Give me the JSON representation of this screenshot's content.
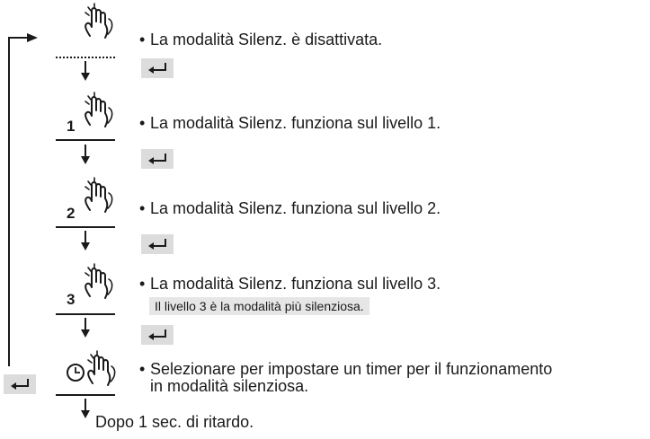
{
  "steps": [
    {
      "level": "",
      "text": "La modalità Silenz. è disattivata."
    },
    {
      "level": "1",
      "text": "La modalità Silenz. funziona sul livello 1."
    },
    {
      "level": "2",
      "text": "La modalità Silenz. funziona sul livello 2."
    },
    {
      "level": "3",
      "text": "La modalità Silenz. funziona sul livello 3.",
      "note": "Il livello 3 è la modalità più silenziosa."
    },
    {
      "level": "",
      "text_line1": "Selezionare per impostare un timer per il funzionamento",
      "text_line2": "in modalità silenziosa."
    }
  ],
  "bullet": "•",
  "footer": "Dopo 1 sec. di ritardo.",
  "icons": {
    "hand": "hand-press-icon",
    "enter": "enter-key-icon",
    "timer": "clock-icon"
  },
  "colors": {
    "line": "#222222",
    "key_bg": "#dcdcdc",
    "note_bg": "#e6e6e6"
  }
}
